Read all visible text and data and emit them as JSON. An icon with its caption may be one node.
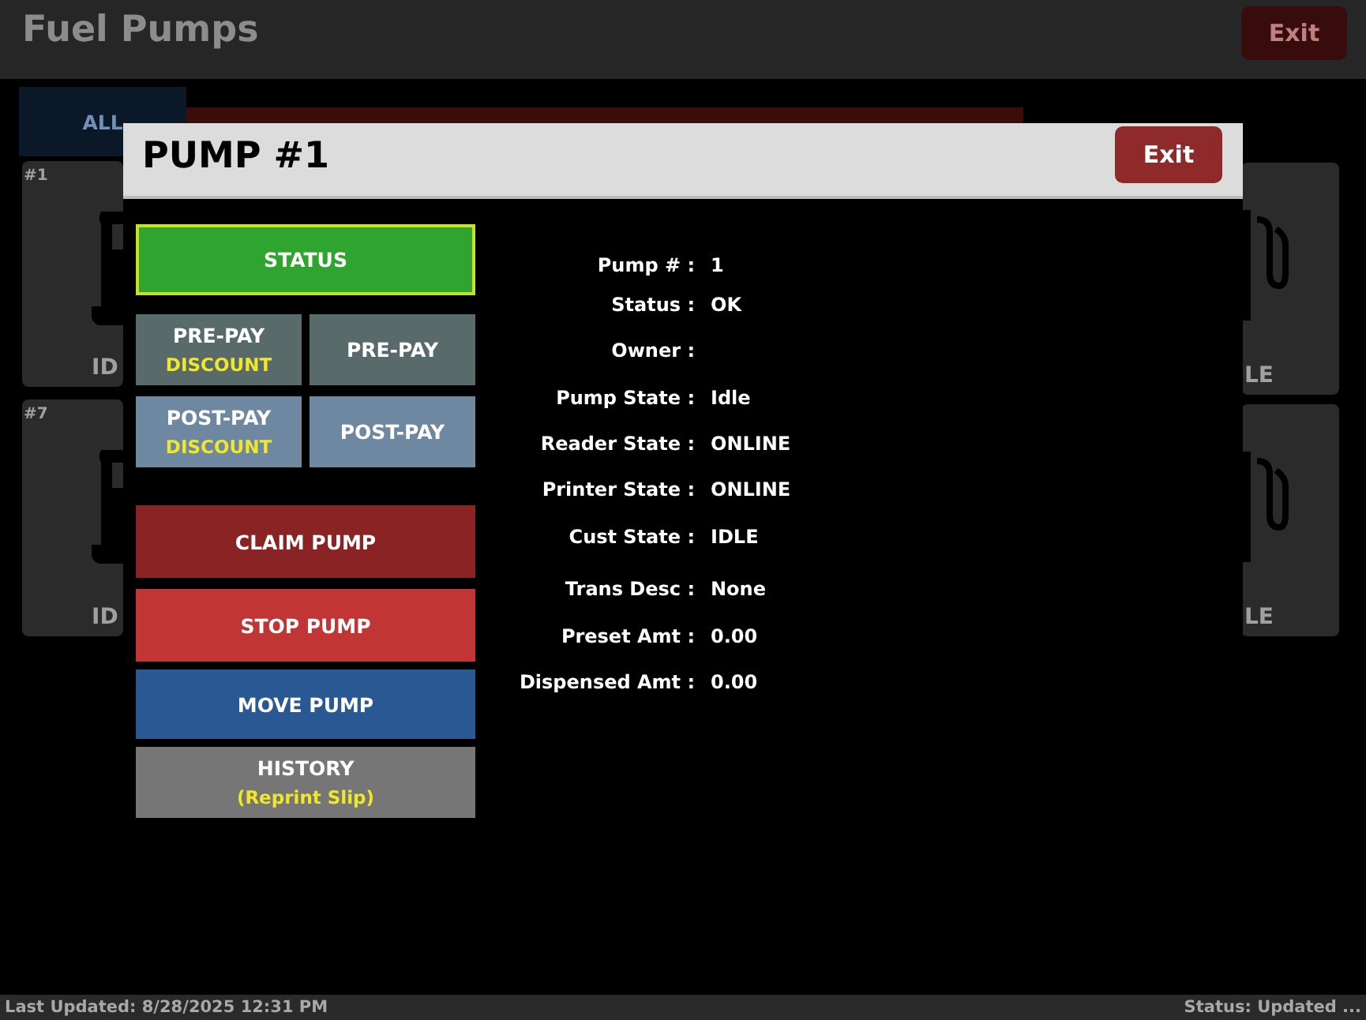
{
  "diagram": {
    "title": "Fuel Pumps",
    "nodes": [
      {
        "text": [
          "Exit"
        ]
      },
      {
        "text": [
          "ALL"
        ]
      },
      {
        "text": [
          "#1",
          "ID"
        ]
      },
      {
        "text": [
          "LE"
        ]
      },
      {
        "text": [
          "#7",
          "ID"
        ]
      },
      {
        "text": [
          "LE"
        ]
      },
      {
        "text": [
          "PUMP #1"
        ]
      },
      {
        "text": [
          "Exit"
        ],
        "in": 6
      },
      {
        "text": [
          "STATUS"
        ],
        "in": 6
      },
      {
        "text": [
          "PRE-PAY",
          "DISCOUNT"
        ],
        "in": 6
      },
      {
        "text": [
          "PRE-PAY"
        ],
        "in": 6
      },
      {
        "text": [
          "POST-PAY",
          "DISCOUNT"
        ],
        "in": 6
      },
      {
        "text": [
          "POST-PAY"
        ],
        "in": 6
      },
      {
        "text": [
          "CLAIM PUMP"
        ],
        "in": 6
      },
      {
        "text": [
          "STOP PUMP"
        ],
        "in": 6
      },
      {
        "text": [
          "MOVE PUMP"
        ],
        "in": 6
      },
      {
        "text": [
          "HISTORY",
          "(Reprint Slip)"
        ],
        "in": 6
      }
    ],
    "labels": [
      "Pump # :",
      "1",
      "Status :",
      "OK",
      "Owner :",
      "Pump State :",
      "Idle",
      "Reader State :",
      "ONLINE",
      "Printer State :",
      "ONLINE",
      "Cust State :",
      "IDLE",
      "Trans Desc :",
      "None",
      "Preset Amt :",
      "0.00",
      "Dispensed Amt :",
      "0.00",
      "Last Updated: 8/28/2025 12:31 PM",
      "Status: Updated ..."
    ]
  }
}
